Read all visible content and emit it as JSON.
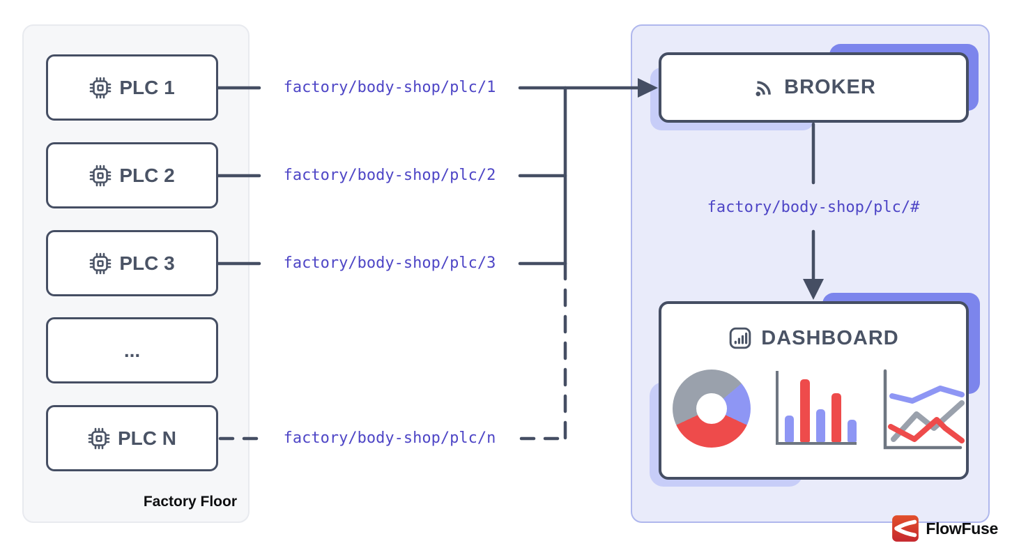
{
  "factory_floor": {
    "label": "Factory Floor",
    "plcs": [
      {
        "label": "PLC 1",
        "icon": "chip-icon",
        "topic": "factory/body-shop/plc/1",
        "connection": "solid"
      },
      {
        "label": "PLC 2",
        "icon": "chip-icon",
        "topic": "factory/body-shop/plc/2",
        "connection": "solid"
      },
      {
        "label": "PLC 3",
        "icon": "chip-icon",
        "topic": "factory/body-shop/plc/3",
        "connection": "solid"
      },
      {
        "label": "...",
        "icon": "",
        "topic": "",
        "connection": "none"
      },
      {
        "label": "PLC N",
        "icon": "chip-icon",
        "topic": "factory/body-shop/plc/n",
        "connection": "dashed"
      }
    ]
  },
  "cloud": {
    "broker": {
      "label": "BROKER",
      "icon": "rss-icon"
    },
    "subscription_topic": "factory/body-shop/plc/#",
    "dashboard": {
      "label": "DASHBOARD",
      "icon": "bar-chart-icon",
      "decorative_charts": {
        "donut": {
          "segment_shares": {
            "gray": 0.46,
            "periwinkle": 0.18,
            "red": 0.36
          }
        },
        "bar": {
          "values": [
            38,
            90,
            47,
            70,
            32
          ],
          "bar_colors": [
            "periwinkle",
            "red",
            "periwinkle",
            "red",
            "periwinkle"
          ]
        },
        "line": {
          "series_colors": [
            "periwinkle",
            "gray",
            "red"
          ]
        }
      }
    },
    "brand": {
      "name": "FlowFuse",
      "icon": "flowfuse-logo"
    }
  },
  "colors": {
    "line": "#454e63",
    "box_border": "#454e63",
    "box_text": "#4a5365",
    "topic_text": "#4e46c6",
    "panel_left_bg": "#f6f7f9",
    "panel_left_border": "#e8eaef",
    "panel_right_bg": "#e9ebfa",
    "panel_right_border": "#afb7ed",
    "shadow_indigo": "#7c85ec",
    "shadow_lavender": "#c7cdf8",
    "chart_red": "#ee4b4b",
    "chart_periwinkle": "#8e96f4",
    "chart_gray": "#9aa1ac",
    "axis_gray": "#6e7681",
    "brand_red_top": "#e2502b",
    "brand_red_bottom": "#c5282e"
  }
}
